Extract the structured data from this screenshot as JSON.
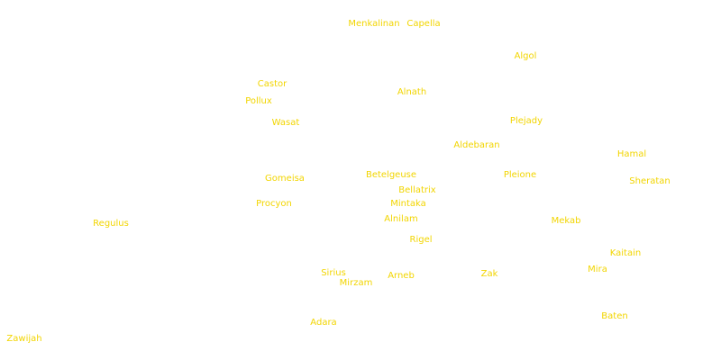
{
  "sky_map": {
    "label_color": "#f2d500",
    "background_color": "#ffffff",
    "stars": [
      "Menkalinan",
      "Capella",
      "Algol",
      "Castor",
      "Alnath",
      "Pollux",
      "Wasat",
      "Plejady",
      "Aldebaran",
      "Hamal",
      "Gomeisa",
      "Betelgeuse",
      "Pleione",
      "Sheratan",
      "Bellatrix",
      "Procyon",
      "Mintaka",
      "Regulus",
      "Alnilam",
      "Mekab",
      "Rigel",
      "Kaitain",
      "Mira",
      "Sirius",
      "Arneb",
      "Zak",
      "Mirzam",
      "Adara",
      "Baten",
      "Zawijah"
    ]
  }
}
